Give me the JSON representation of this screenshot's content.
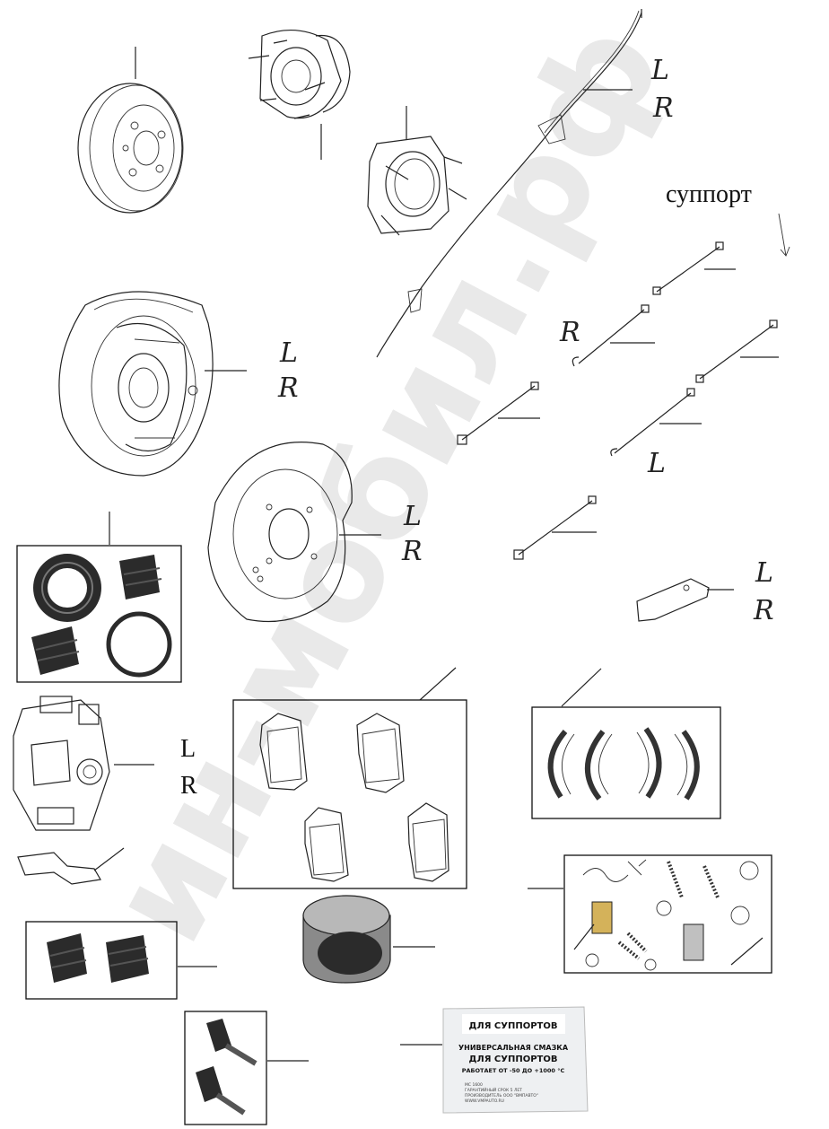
{
  "watermark": "ин-мобил.рф",
  "labels": {
    "support": "суппорт",
    "handbrake_cable_l": "L",
    "handbrake_cable_r": "R",
    "backing_plate_l": "L",
    "backing_plate_r": "R",
    "dust_shield_l": "L",
    "dust_shield_r": "R",
    "hose_r": "R",
    "hose_l": "L",
    "lever_l": "L",
    "lever_r": "R",
    "caliper_l": "L",
    "caliper_r": "R"
  },
  "grease_package": {
    "top_title": "ДЛЯ СУППОРТОВ",
    "line1": "УНИВЕРСАЛЬНАЯ СМАЗКА",
    "line2": "ДЛЯ СУППОРТОВ",
    "line3": "РАБОТАЕТ ОТ -50 ДО +1000 °С",
    "small1": "МС 1600",
    "small2": "ГАРАНТИЙНЫЙ СРОК 5 ЛЕТ",
    "small3": "ПРОИЗВОДИТЕЛЬ ООО \"ВМПАВТО\"",
    "small4": "WWW.VMPAUTO.RU"
  },
  "colors": {
    "line": "#222222",
    "rubber": "#2b2b2b",
    "watermark": "#e9e9e9"
  }
}
